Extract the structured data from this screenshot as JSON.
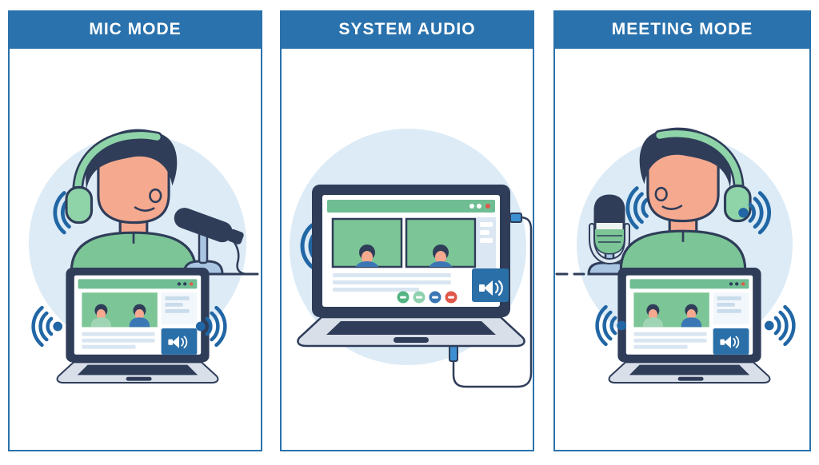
{
  "panels": [
    {
      "id": "mic-mode",
      "title": "MIC MODE",
      "icons": [
        "sound-wave-icon",
        "person-headset-icon",
        "desk-microphone-icon",
        "laptop-video-call-icon",
        "speaker-icon"
      ]
    },
    {
      "id": "system-audio",
      "title": "SYSTEM AUDIO",
      "icons": [
        "sound-wave-icon",
        "laptop-video-call-icon",
        "call-buttons-icon",
        "speaker-icon",
        "audio-cable-icon"
      ]
    },
    {
      "id": "meeting-mode",
      "title": "MEETING MODE",
      "icons": [
        "studio-microphone-icon",
        "person-headset-icon",
        "sound-wave-icon",
        "laptop-video-call-icon",
        "speaker-icon"
      ]
    }
  ],
  "palette": {
    "header": "#2a72ad",
    "navy": "#2f3d59",
    "wave": "#2166a5",
    "skin": "#f5a98f",
    "green": "#7cc596",
    "hpgreen": "#8fd4a9",
    "bargreen": "#6fbe93",
    "circle": "#dcebf6",
    "gray": "#d8dfe9",
    "stand": "#aac5e2",
    "blue": "#2a6fa8",
    "red": "#e0584a",
    "conn": "#3d8fd1",
    "shirtblue": "#3b77b5",
    "line": "#c9dcec",
    "linelight": "#d9e6f2"
  }
}
